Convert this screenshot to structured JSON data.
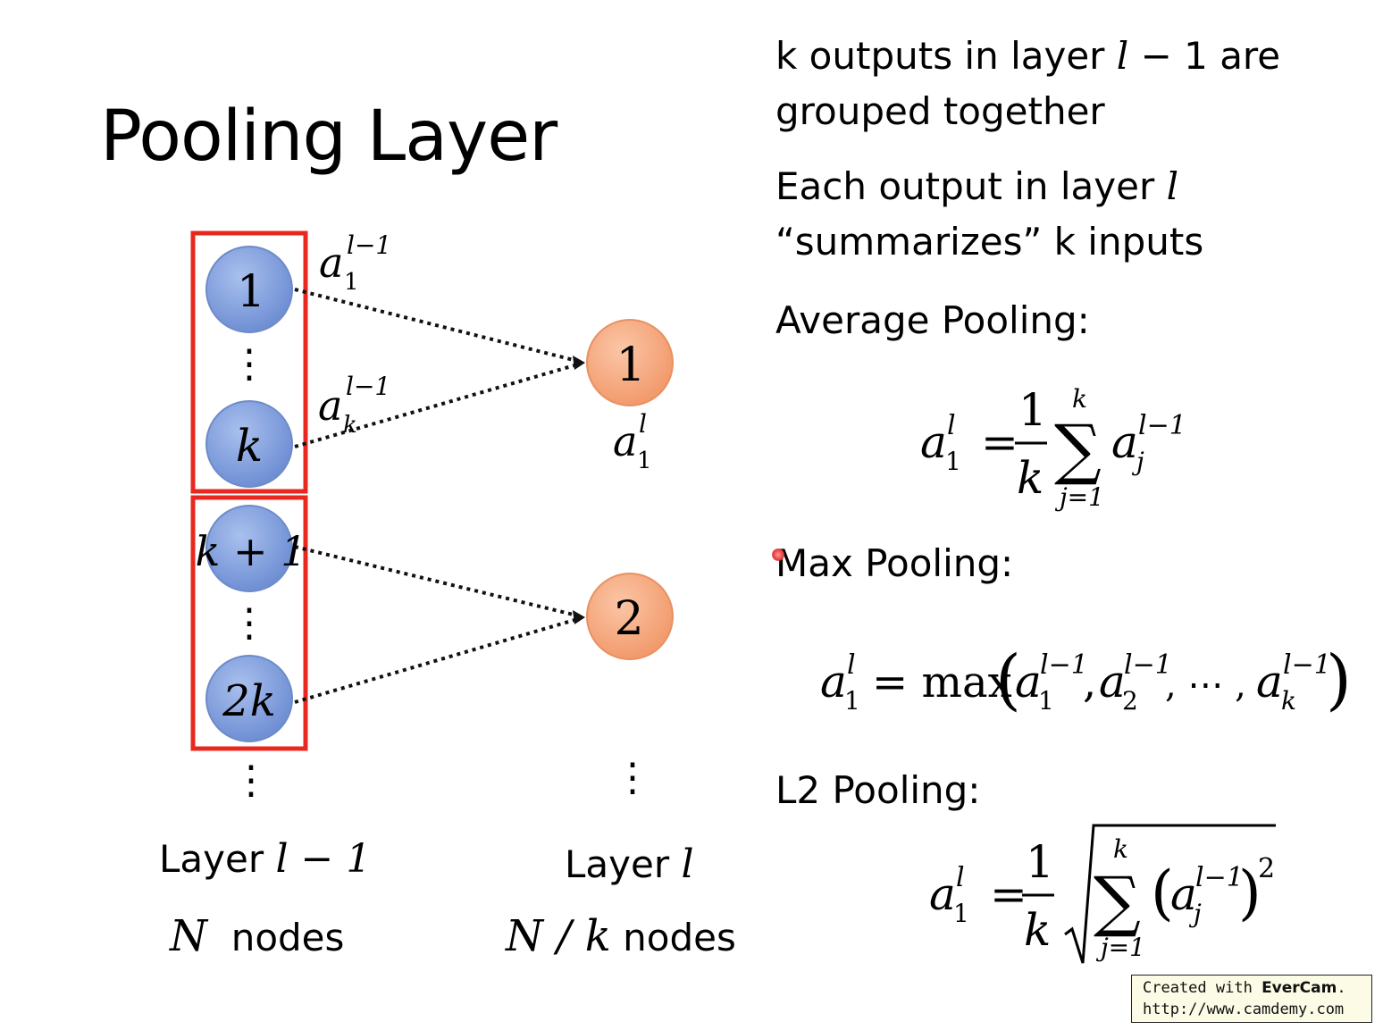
{
  "slide": {
    "title": "Pooling Layer",
    "desc1_line1_pre": "k outputs in layer ",
    "desc1_var": "l",
    "desc1_line1_post": " − 1 are",
    "desc1_line2": "grouped together",
    "desc2_line1_pre": "Each output in layer ",
    "desc2_var": "l",
    "desc2_line2": "“summarizes” k inputs",
    "avg_heading": "Average Pooling:",
    "max_heading": "Max Pooling:",
    "l2_heading": "L2 Pooling:"
  },
  "diagram": {
    "input_nodes": [
      "1",
      "k",
      "k + 1",
      "2k"
    ],
    "output_nodes": [
      "1",
      "2"
    ],
    "edge_label_top": "a",
    "edge_label_top_sub": "1",
    "edge_label_top_sup": "l−1",
    "edge_label_bottom": "a",
    "edge_label_bottom_sub": "k",
    "edge_label_bottom_sup": "l−1",
    "output_label": "a",
    "output_label_sub": "1",
    "output_label_sup": "l",
    "left_layer_label": "Layer",
    "left_layer_var": "l − 1",
    "left_nodes_var": "N",
    "left_nodes_label": "nodes",
    "right_layer_label": "Layer",
    "right_layer_var": "l",
    "right_nodes_var": "N / k",
    "right_nodes_label": "nodes",
    "ellipsis": "⋮",
    "colors": {
      "input_node": "#7f9fdc",
      "output_node": "#f6a77c",
      "group_box": "#e8281e"
    }
  },
  "formulas": {
    "avg": {
      "lhs": "a",
      "lhs_sub": "1",
      "lhs_sup": "l",
      "eq": "=",
      "num": "1",
      "den": "k",
      "sum": "∑",
      "sum_top": "k",
      "sum_bottom": "j=1",
      "term": "a",
      "term_sub": "j",
      "term_sup": "l−1"
    },
    "max": {
      "lhs": "a",
      "lhs_sub": "1",
      "lhs_sup": "l",
      "eq": "= max",
      "open": "(",
      "close": ")",
      "a1": "a",
      "a1_sub": "1",
      "a1_sup": "l−1",
      "comma1": ",",
      "a2": "a",
      "a2_sub": "2",
      "a2_sup": "l−1",
      "dots": ", ⋯ ,",
      "ak": "a",
      "ak_sub": "k",
      "ak_sup": "l−1"
    },
    "l2": {
      "lhs": "a",
      "lhs_sub": "1",
      "lhs_sup": "l",
      "eq": "=",
      "num": "1",
      "den": "k",
      "sum": "∑",
      "sum_top": "k",
      "sum_bottom": "j=1",
      "open": "(",
      "term": "a",
      "term_sub": "j",
      "term_sup": "l−1",
      "close": ")",
      "pow": "2"
    }
  },
  "watermark": {
    "line1_pre": "Created with ",
    "brand": "EverCam",
    "line1_post": ".",
    "line2": "http://www.camdemy.com"
  }
}
